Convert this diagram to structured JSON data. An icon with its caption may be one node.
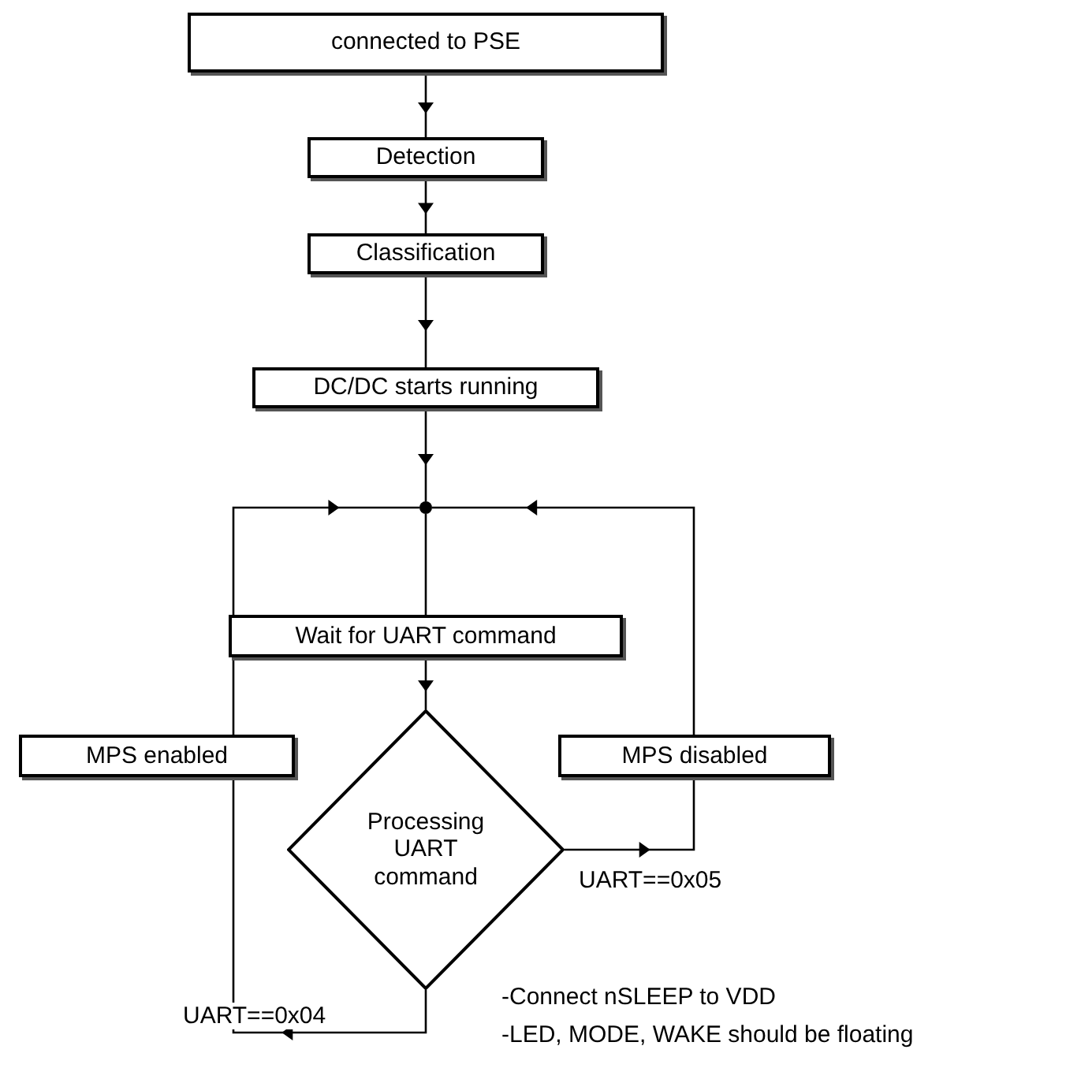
{
  "diagram": {
    "nodes": [
      {
        "text": [
          "connected to PSE"
        ]
      },
      {
        "text": [
          "Detection"
        ]
      },
      {
        "text": [
          "Classification"
        ]
      },
      {
        "text": [
          "DC/DC starts running"
        ]
      },
      {
        "text": [],
        "shape": "circle"
      },
      {
        "text": [
          "Wait for UART command"
        ]
      },
      {
        "text": [
          "Processing UART command"
        ]
      },
      {
        "text": [
          "MPS enabled"
        ]
      },
      {
        "text": [
          "MPS disabled"
        ]
      }
    ],
    "edges": [
      {
        "from": 0,
        "to": 1,
        "arrow": "to"
      },
      {
        "from": 1,
        "to": 2,
        "arrow": "to"
      },
      {
        "from": 2,
        "to": 3,
        "arrow": "to"
      },
      {
        "from": 3,
        "to": 4,
        "arrow": "to"
      },
      {
        "from": 4,
        "to": 5,
        "arrow": "none"
      },
      {
        "from": 5,
        "to": 6,
        "arrow": "to"
      },
      {
        "from": 6,
        "to": 8,
        "arrow": "to",
        "label": "UART==0x05"
      },
      {
        "from": 8,
        "to": 4,
        "arrow": "to"
      },
      {
        "from": 6,
        "to": 7,
        "arrow": "to",
        "label": "UART==0x04"
      },
      {
        "from": 7,
        "to": 4,
        "arrow": "to"
      }
    ],
    "labels": [
      "-Connect nSLEEP to VDD",
      "-LED, MODE, WAKE should be floating"
    ]
  }
}
